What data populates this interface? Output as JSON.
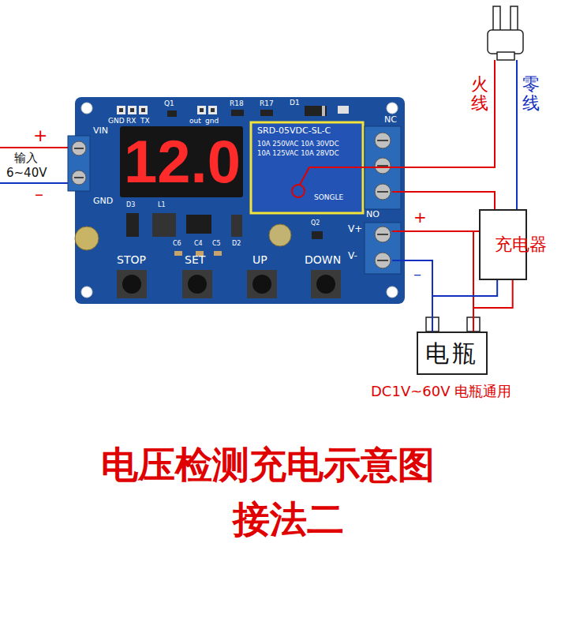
{
  "diagram": {
    "title": "电压检测充电示意图",
    "nodes": [
      {
        "text": [
          "充电器"
        ]
      },
      {
        "text": [
          "电瓶"
        ]
      }
    ],
    "edges": [
      {
        "from": 0,
        "to": 1,
        "arrow": "none"
      },
      {
        "from": 0,
        "to": 1,
        "arrow": "none"
      }
    ],
    "labels": [
      "+",
      "输入",
      "6~40V",
      "–",
      "VIN",
      "GND",
      "GND",
      "RX",
      "TX",
      "Q1",
      "out",
      "gnd",
      "R18",
      "R17",
      "D1",
      "12.0",
      "SRD-05VDC-SL-C",
      "10A 250VAC 10A 30VDC",
      "10A 125VAC 10A 28VDC",
      "SONGLE",
      "NC",
      "NO",
      "V+",
      "V-",
      "D3",
      "L1",
      "C6",
      "C4",
      "C5",
      "D2",
      "Q2",
      "STOP",
      "SET",
      "UP",
      "DOWN",
      "火线",
      "零线",
      "+",
      "–",
      "DC1V~60V 电瓶通用",
      "接法二"
    ]
  }
}
